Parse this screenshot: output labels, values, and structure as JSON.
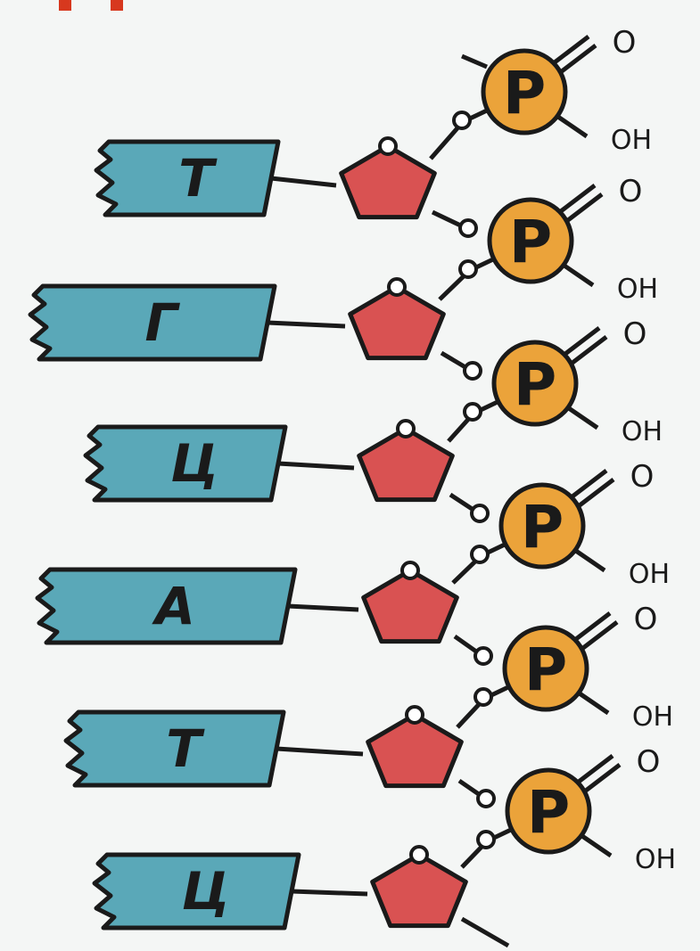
{
  "strand": {
    "nucleotides": [
      {
        "base": "Т",
        "phosphate": "P",
        "o_label": "O",
        "oh_label": "OH"
      },
      {
        "base": "Г",
        "phosphate": "P",
        "o_label": "O",
        "oh_label": "OH"
      },
      {
        "base": "Ц",
        "phosphate": "P",
        "o_label": "O",
        "oh_label": "OH"
      },
      {
        "base": "А",
        "phosphate": "P",
        "o_label": "O",
        "oh_label": "OH"
      },
      {
        "base": "Т",
        "phosphate": "P",
        "o_label": "O",
        "oh_label": "OH"
      },
      {
        "base": "Ц",
        "phosphate": "P",
        "o_label": "O",
        "oh_label": "OH"
      }
    ],
    "last_base": "Ц"
  },
  "colors": {
    "base": "#5aa8b8",
    "sugar": "#d95252",
    "phosphate": "#eba33a",
    "line": "#1a1a1a",
    "header_accent": "#d7381e",
    "background": "#f4f6f5"
  },
  "icons": {
    "header_mark": "red-bars-icon",
    "oxygen": "oxygen-circle-icon"
  }
}
